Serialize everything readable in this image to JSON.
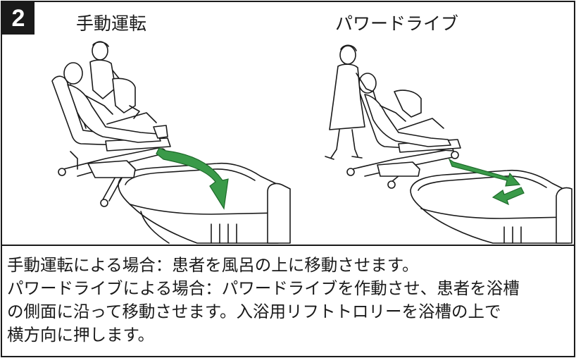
{
  "step": {
    "number": "2"
  },
  "panels": [
    {
      "title": "手動運転"
    },
    {
      "title": "パワードライブ"
    }
  ],
  "description": [
    "手動運転による場合：患者を風呂の上に移動させます。",
    "パワードライブによる場合：パワードライブを作動させ、患者を浴槽",
    "の側面に沿って移動させます。入浴用リフトトロリーを浴槽の上で",
    "横方向に押します。"
  ],
  "colors": {
    "arrow": "#3a9a49",
    "line": "#1a1a1a",
    "background": "#ffffff"
  }
}
